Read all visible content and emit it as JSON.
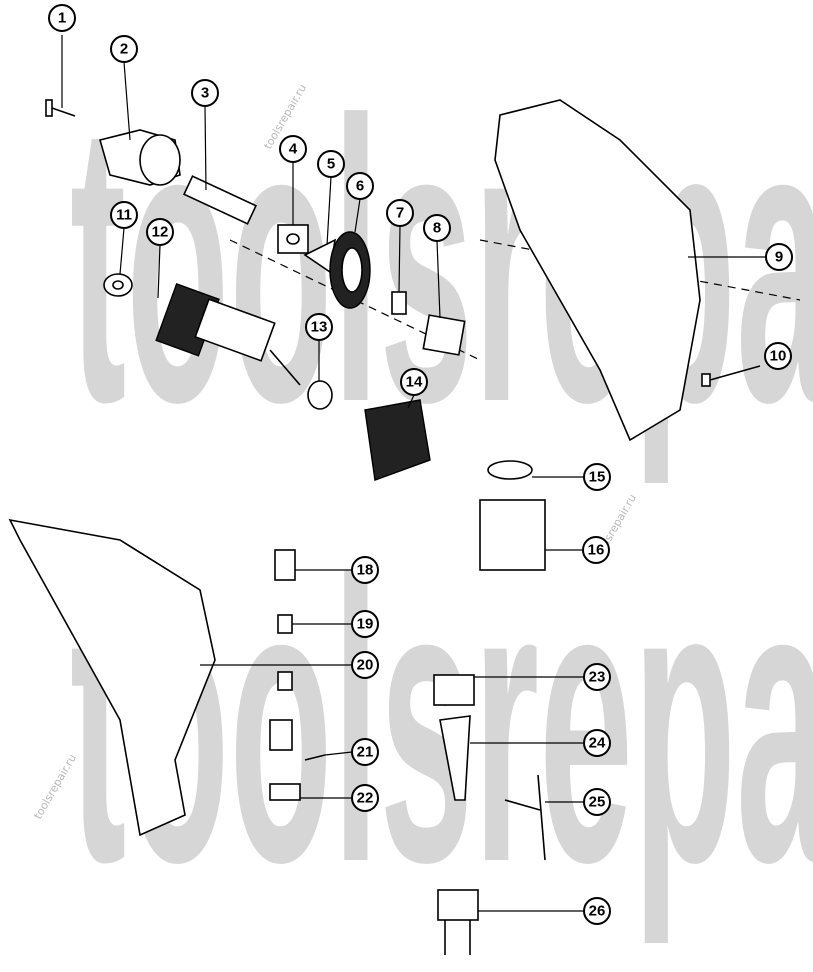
{
  "watermark": {
    "large_top": "toolsrepa",
    "large_bottom": "toolsrepa",
    "small": "toolsrepair.ru"
  },
  "callouts": [
    "1",
    "2",
    "3",
    "4",
    "5",
    "6",
    "7",
    "8",
    "9",
    "10",
    "11",
    "12",
    "13",
    "14",
    "15",
    "16",
    "18",
    "19",
    "20",
    "21",
    "22",
    "23",
    "24",
    "25",
    "26"
  ]
}
